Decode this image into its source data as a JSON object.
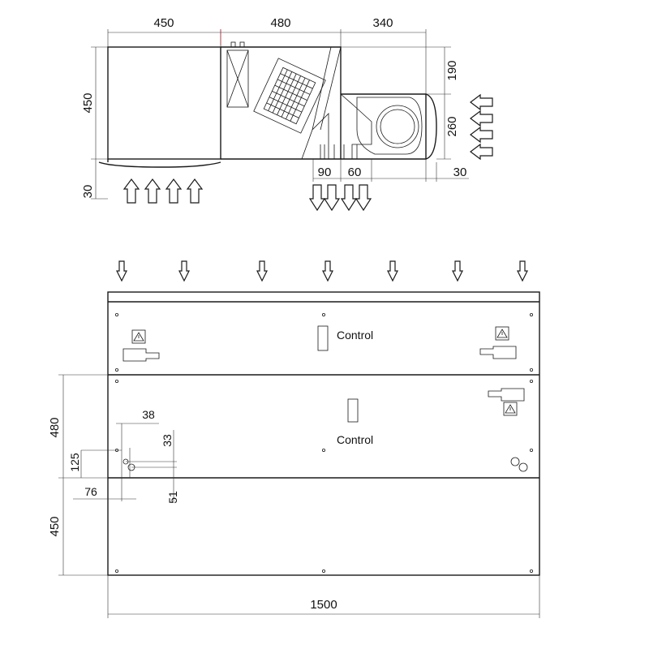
{
  "top_view": {
    "dim_450_width": "450",
    "dim_480_width": "480",
    "dim_340_width": "340",
    "dim_450_height": "450",
    "dim_30_left": "30",
    "dim_190": "190",
    "dim_260": "260",
    "dim_90": "90",
    "dim_60": "60",
    "dim_30_right": "30"
  },
  "front_view": {
    "control_label_top": "Control",
    "control_label_mid": "Control",
    "dim_480": "480",
    "dim_450": "450",
    "dim_125": "125",
    "dim_76": "76",
    "dim_38": "38",
    "dim_33": "33",
    "dim_51": "51",
    "dim_1500": "1500"
  },
  "icons": {
    "warning": "warning-triangle-icon",
    "arrow_up": "arrow-up-icon",
    "arrow_down": "arrow-down-icon",
    "arrow_left": "arrow-left-icon"
  }
}
